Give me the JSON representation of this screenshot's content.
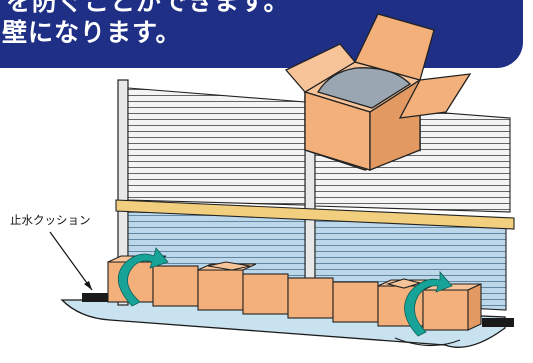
{
  "banner": {
    "line1": "を防ぐことができます。",
    "line2": "壁になります。"
  },
  "labels": {
    "cushion": "止水クッション"
  },
  "colors": {
    "banner_bg": "#1f2f86",
    "banner_text": "#ffffff",
    "box_fill": "#f4b07a",
    "shutter_fill": "#f2f2f2",
    "water_fill": "#bcd6e8",
    "rail_fill": "#f2cf7e",
    "arrow_fill": "#17a398",
    "cushion_sheet": "#c9e2f0"
  },
  "icons": {
    "arrow_left": "curved-arrow-icon",
    "arrow_right": "curved-arrow-icon",
    "pointer": "leader-line-arrow"
  }
}
